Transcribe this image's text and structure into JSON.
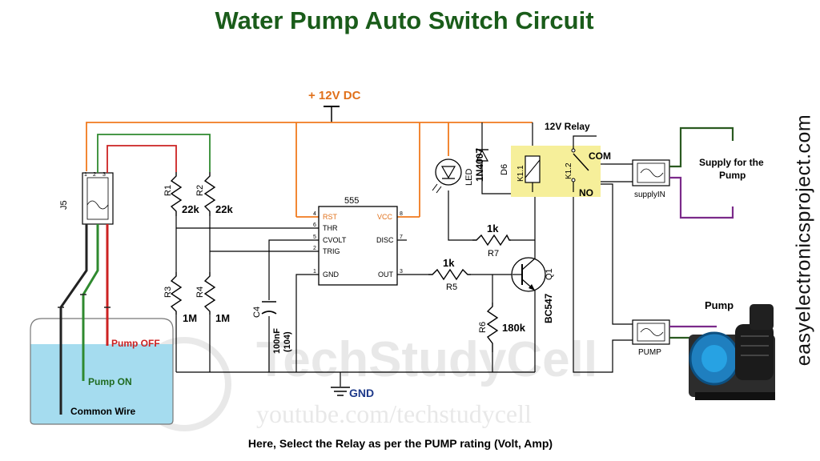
{
  "title": "Water Pump Auto Switch Circuit",
  "footer": "Here, Select the Relay as per the PUMP rating (Volt, Amp)",
  "side_text": "easyelectronicsproject.com",
  "watermark": {
    "brand": "TechStudyCell",
    "url": "youtube.com/techstudycell"
  },
  "supply": {
    "label": "+ 12V DC",
    "gnd": "GND"
  },
  "colors": {
    "title": "#1a5c1a",
    "vcc_wire": "#f07a1e",
    "wire_green": "#2f8a2f",
    "wire_red": "#cc2222",
    "wire_purple": "#7b2a8a",
    "relay_box": "#f6ef9a",
    "water": "#a5dcef"
  },
  "connector_j5": {
    "ref": "J5",
    "pins": [
      "1",
      "2",
      "3"
    ]
  },
  "tank": {
    "pump_off": "Pump OFF",
    "pump_on": "Pump ON",
    "common": "Common Wire"
  },
  "resistors": {
    "r1": {
      "ref": "R1",
      "value": "22k"
    },
    "r2": {
      "ref": "R2",
      "value": "22k"
    },
    "r3": {
      "ref": "R3",
      "value": "1M"
    },
    "r4": {
      "ref": "R4",
      "value": "1M"
    },
    "r5": {
      "ref": "R5",
      "value": "1k"
    },
    "r6": {
      "ref": "R6",
      "value": "180k"
    },
    "r7": {
      "ref": "R7",
      "value": "1k"
    }
  },
  "capacitor": {
    "ref": "C4",
    "value": "100nF",
    "code": "(104)"
  },
  "ic": {
    "name": "555",
    "pins": {
      "rst": "RST",
      "vcc": "VCC",
      "thr": "THR",
      "disc": "DISC",
      "cvolt": "CVOLT",
      "trig": "TRIG",
      "gnd": "GND",
      "out": "OUT"
    },
    "pin_numbers": {
      "rst": "4",
      "vcc": "8",
      "thr": "6",
      "disc": "7",
      "cvolt": "5",
      "trig": "2",
      "gnd": "1",
      "out": "3"
    }
  },
  "led": {
    "ref": "LED"
  },
  "diode": {
    "ref": "D6",
    "part": "1N4007"
  },
  "relay": {
    "title": "12V Relay",
    "coil": "K1.1",
    "switch": "K1.2",
    "com": "COM",
    "no": "NO"
  },
  "transistor": {
    "ref": "Q1",
    "part": "BC547"
  },
  "terminals": {
    "supply_in": "supplyIN",
    "pump": "PUMP"
  },
  "supply_box": {
    "line1": "Supply for the",
    "line2": "Pump"
  },
  "pump_label": "Pump"
}
